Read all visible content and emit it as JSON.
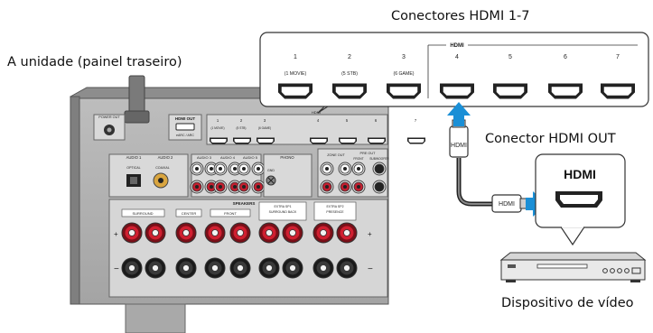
{
  "captions": {
    "connectors": "Conectores HDMI 1-7",
    "unit": "A unidade (painel traseiro)",
    "hdmi_out": "Conector HDMI OUT",
    "device": "Dispositivo de vídeo"
  },
  "zoom_panel": {
    "group_label": "HDMI",
    "ports": [
      {
        "num": "1",
        "sub": "(1 MOVIE)"
      },
      {
        "num": "2",
        "sub": "(5 STB)"
      },
      {
        "num": "3",
        "sub": "(6 GAME)"
      },
      {
        "num": "4",
        "sub": ""
      },
      {
        "num": "5",
        "sub": ""
      },
      {
        "num": "6",
        "sub": ""
      },
      {
        "num": "7",
        "sub": ""
      }
    ]
  },
  "device": {
    "hdmi_label": "HDMI"
  },
  "cable": {
    "plug_label": "HDMI"
  },
  "receiver": {
    "hdmi_out": "HDMI OUT",
    "earc": "eARC / ARC",
    "hdmi_group": "HDMI",
    "hdmi_ports": [
      {
        "num": "1",
        "sub": "(1 MOVIE)"
      },
      {
        "num": "2",
        "sub": "(5 STB)"
      },
      {
        "num": "3",
        "sub": "(6 GAME)"
      },
      {
        "num": "4",
        "sub": ""
      },
      {
        "num": "5",
        "sub": ""
      },
      {
        "num": "6",
        "sub": ""
      },
      {
        "num": "7",
        "sub": ""
      }
    ],
    "power_out": "POWER OUT",
    "audio1": "AUDIO 1",
    "optical": "OPTICAL",
    "audio2": "AUDIO 2",
    "coaxial": "COAXIAL",
    "audio3": "AUDIO 3",
    "audio4": "AUDIO 4",
    "audio5": "AUDIO 5",
    "phono": "PHONO",
    "gnd": "GND",
    "zone_out": "ZONE OUT",
    "pre_out": "PRE OUT",
    "front": "FRONT",
    "subwoofer": "SUBWOOFER",
    "speakers": "SPEAKERS",
    "surround": "SURROUND",
    "center": "CENTER",
    "front_sp": "FRONT",
    "extra_sp1": "EXTRA SP1",
    "surround_back": "SURROUND BACK",
    "extra_sp2": "EXTRA SP2",
    "presence": "PRESENCE"
  }
}
